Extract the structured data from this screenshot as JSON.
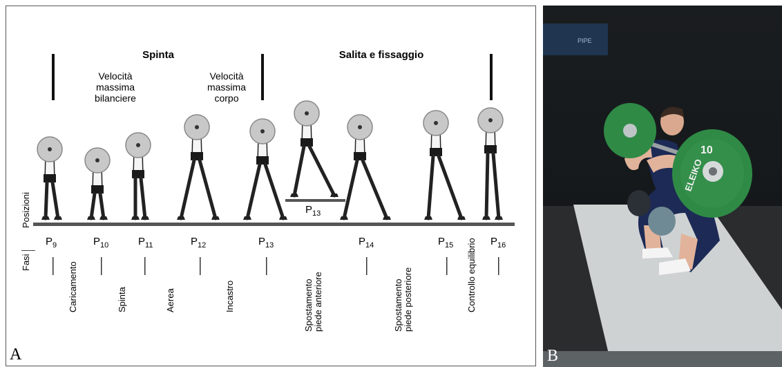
{
  "panel_a": {
    "letter": "A",
    "phase_headings": {
      "spinta": "Spinta",
      "salita": "Salita e fissaggio"
    },
    "annotations": {
      "velocita_bilanciere": [
        "Velocità",
        "massima",
        "bilanciere"
      ],
      "velocita_corpo": [
        "Velocità",
        "massima",
        "corpo"
      ]
    },
    "posizioni_label": "Posizioni",
    "fasi_label": "Fasi",
    "positions": [
      {
        "base": "P",
        "sub": "9"
      },
      {
        "base": "P",
        "sub": "10"
      },
      {
        "base": "P",
        "sub": "11"
      },
      {
        "base": "P",
        "sub": "12"
      },
      {
        "base": "P",
        "sub": "13"
      },
      {
        "base": "P",
        "sub": "14"
      },
      {
        "base": "P",
        "sub": "15"
      },
      {
        "base": "P",
        "sub": "16"
      }
    ],
    "platform_label": {
      "base": "P",
      "sub": "13"
    },
    "phases": [
      [
        "Caricamento"
      ],
      [
        "Spinta"
      ],
      [
        "Aerea"
      ],
      [
        "Incastro"
      ],
      [
        "Spostamento",
        "piede anteriore"
      ],
      [
        "Spostamento",
        "piede posteriore"
      ],
      [
        "Controllo equilibrio"
      ]
    ]
  },
  "panel_b": {
    "letter": "B",
    "plate_brand": "ELEIKO",
    "plate_weight": "10",
    "banner_text": "PIPE"
  },
  "colors": {
    "plate_green": "#2f8a46",
    "mat_grey": "#cfd2d3",
    "ground_line": "#555555",
    "figure_disc": "#c8c8c8"
  }
}
